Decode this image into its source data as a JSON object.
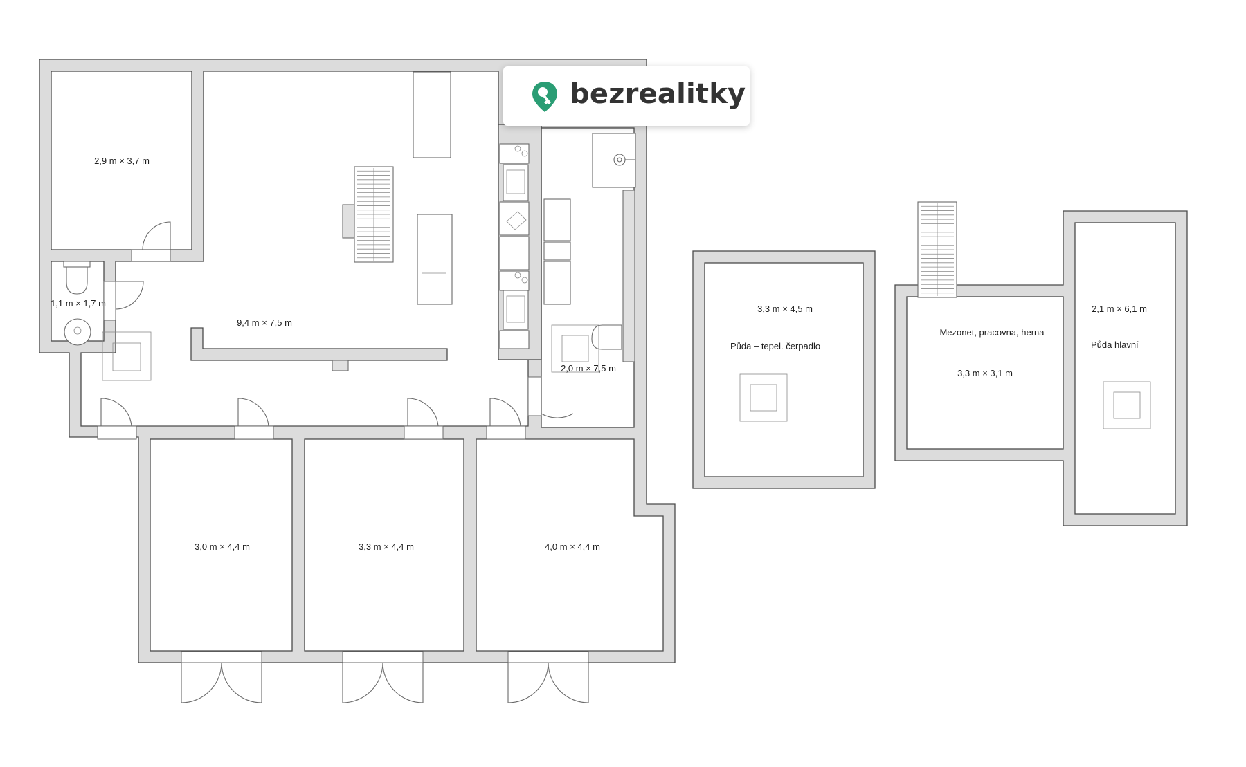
{
  "brand": {
    "logo_text": "bezrealitky",
    "logo_color": "#2a9d74",
    "icon": "map-pin-key-icon"
  },
  "plan": {
    "wall_color": "#dcdcdc",
    "line_color": "#4a4a4a",
    "rooms": {
      "room_top_left": "2,9 m × 3,7 m",
      "wc": "1,1 m × 1,7 m",
      "living_kitchen": "9,4 m × 7,5 m",
      "hall": "2,0 m × 7,5 m",
      "bedroom_1": "3,0 m × 4,4 m",
      "bedroom_2": "3,3 m × 4,4 m",
      "bedroom_3": "4,0 m × 4,4 m",
      "attic_heatpump_size": "3,3 m × 4,5 m",
      "attic_heatpump_name": "Půda – tepel. čerpadlo",
      "mezzanine_name": "Mezonet, pracovna, herna",
      "mezzanine_size": "3,3 m × 3,1 m",
      "attic_main_size": "2,1 m × 6,1 m",
      "attic_main_name": "Půda hlavní"
    }
  }
}
